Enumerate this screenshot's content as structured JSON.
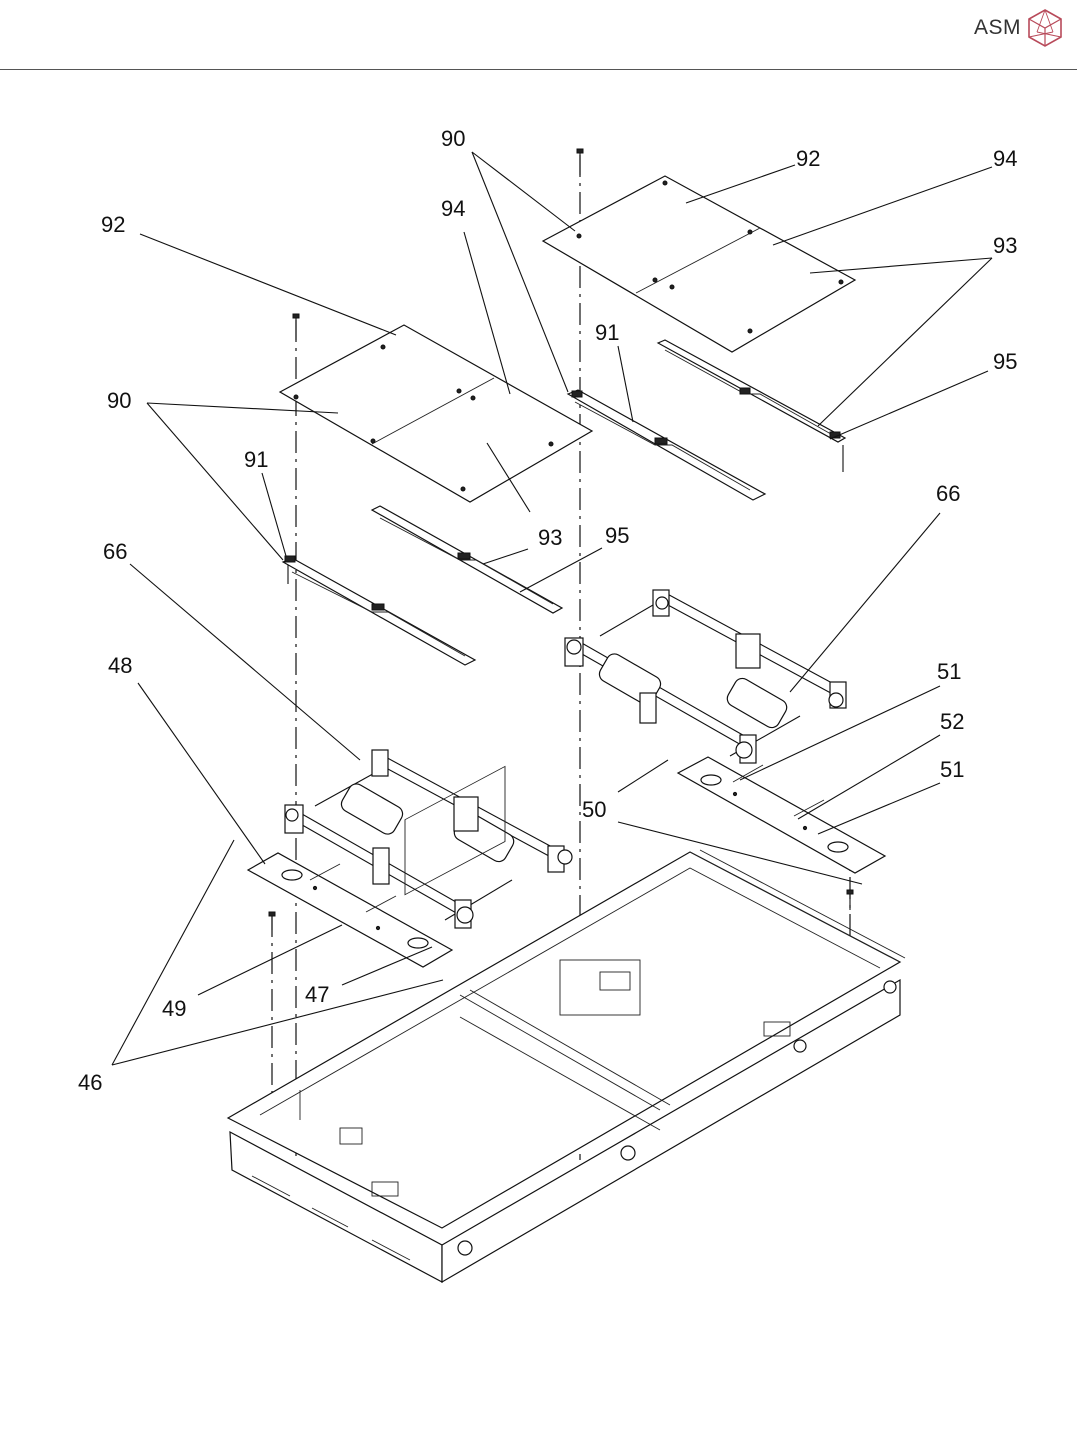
{
  "header": {
    "brand": "ASM",
    "logo_icon": "asm-cube-logo-icon",
    "accent_color": "#b84a5a"
  },
  "callouts": {
    "c90_top": "90",
    "c92_top": "92",
    "c94_top_right": "94",
    "c92_left": "92",
    "c94_mid": "94",
    "c93_right": "93",
    "c91_mid": "91",
    "c95_right": "95",
    "c90_left": "90",
    "c91_left": "91",
    "c93_mid": "93",
    "c95_mid": "95",
    "c66_left": "66",
    "c66_right": "66",
    "c48": "48",
    "c51_top": "51",
    "c52": "52",
    "c51_bottom": "51",
    "c50": "50",
    "c49": "49",
    "c47": "47",
    "c46": "46"
  }
}
